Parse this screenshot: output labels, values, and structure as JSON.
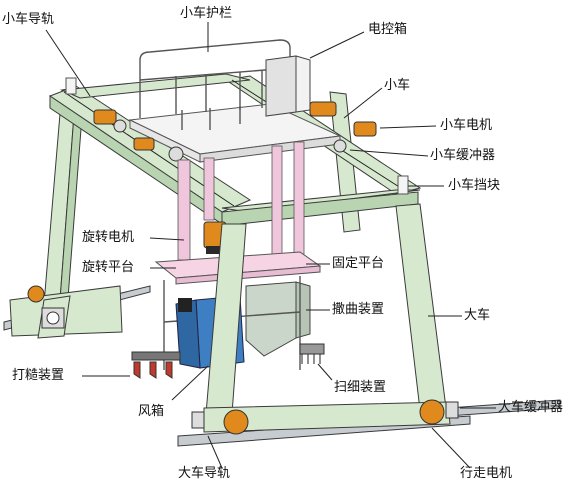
{
  "labels": {
    "trolley_rail": "小车导轨",
    "trolley_guardrail": "小车护栏",
    "control_box": "电控箱",
    "trolley": "小车",
    "trolley_motor": "小车电机",
    "trolley_buffer": "小车缓冲器",
    "trolley_stop": "小车挡块",
    "rotary_motor": "旋转电机",
    "rotary_platform": "旋转平台",
    "fixed_platform": "固定平台",
    "koji_spreader": "撒曲装置",
    "gantry": "大车",
    "tilling_device": "打糙装置",
    "fine_sweeper": "扫细装置",
    "air_box": "风箱",
    "gantry_buffer": "大车缓冲器",
    "gantry_rail": "大车导轨",
    "travel_motor": "行走电机"
  },
  "colors": {
    "frame": "#d6e9cf",
    "frame_dark": "#a9c7a0",
    "motor": "#e08a1e",
    "pink_column": "#f0c6dc",
    "platform_pink": "#f6d4e4",
    "blue_box": "#3d7fc2",
    "rail": "#bfc4c8",
    "outline": "#3a3a3a"
  }
}
